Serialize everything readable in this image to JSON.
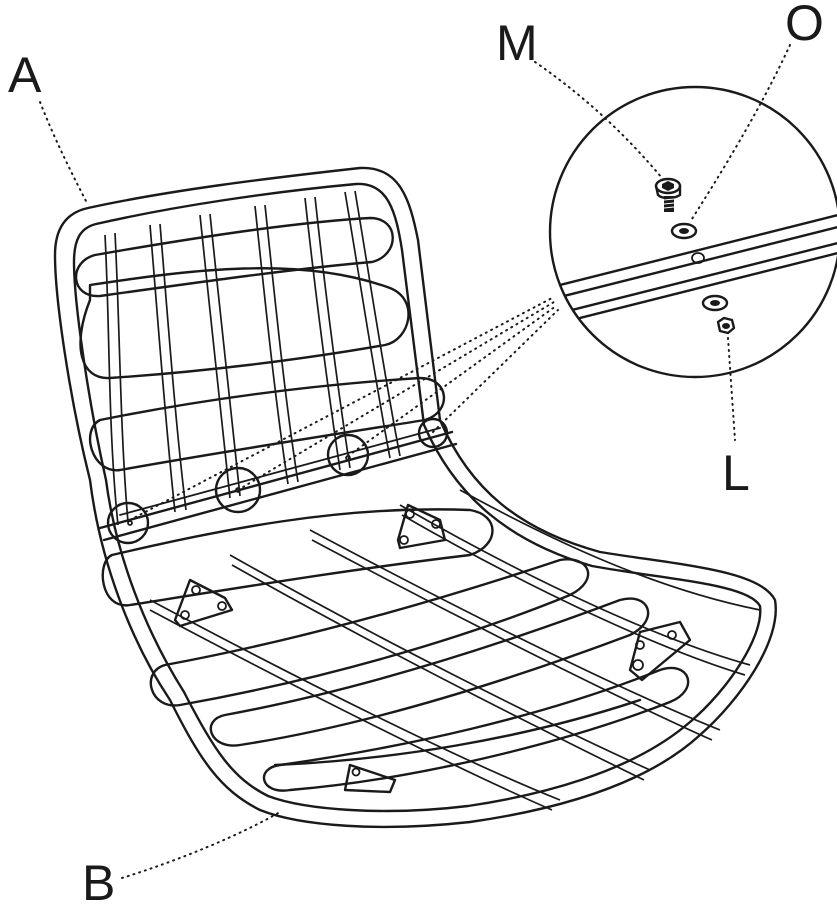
{
  "labels": {
    "frame": "A",
    "seat_bottom": "B",
    "bolt": "M",
    "washer": "O",
    "nut": "L"
  },
  "colors": {
    "ink": "#1a1a1a",
    "background": "#ffffff"
  }
}
